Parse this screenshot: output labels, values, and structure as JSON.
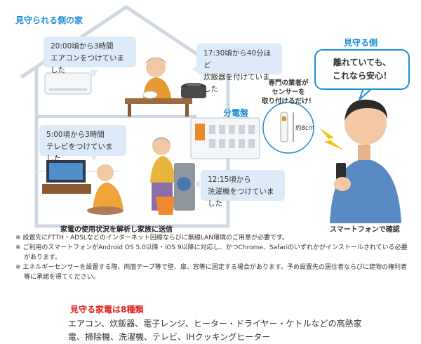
{
  "house": {
    "title": "見守られる側の家"
  },
  "bubbles": {
    "aircon_time": "20:00頃から3時間",
    "aircon_action": "エアコンをつけていました",
    "rice_time": "17:30頃から40分ほど",
    "rice_action": "炊飯器を付けていました",
    "tv_time": "5:00頃から3時間",
    "tv_action": "テレビをつけていました",
    "wash_time": "12:15頃から",
    "wash_action": "洗濯機をつけていました"
  },
  "sensor": {
    "line1": "専門の業者が",
    "line2": "センサーを",
    "line3": "取り付けるだけ！",
    "size": "約8cm"
  },
  "panel": {
    "label": "分電盤"
  },
  "watcher": {
    "label": "見守る側",
    "bubble_line1": "離れていても、",
    "bubble_line2": "これなら安心！",
    "caption": "スマートフォンで確認"
  },
  "house_caption": "家電の使用状況を解析し家族に送信",
  "notes": [
    "※ 設置先にFTTH・ADSLなどのインターネット回線ならびに無線LAN環境のご用意が必要です。",
    "※ ご利用のスマートフォンがAndroid OS 5.0以降・iOS 9以降に対応し、かつChrome、Safariのいずれかがインストールされている必要があります。",
    "※ エネルギーセンサーを設置する際、両面テープ等で壁、扉、窓等に固定する場合があります。予め設置先の居住者ならびに建物の権利者等に承諾を得てください。"
  ],
  "bottom": {
    "title": "見守る家電は8種類",
    "line1": "エアコン、炊飯器、電子レンジ、ヒーター・ドライヤー・ケトルなどの高熱家",
    "line2": "電、掃除機、洗濯機、テレビ、IHクッキングヒーター"
  },
  "colors": {
    "accent_blue": "#1e8fd6",
    "bubble_bg": "#dcebf7",
    "house_line": "#cfd8e2",
    "highlight_red": "#e02020",
    "lightning": "#f4c20d"
  }
}
